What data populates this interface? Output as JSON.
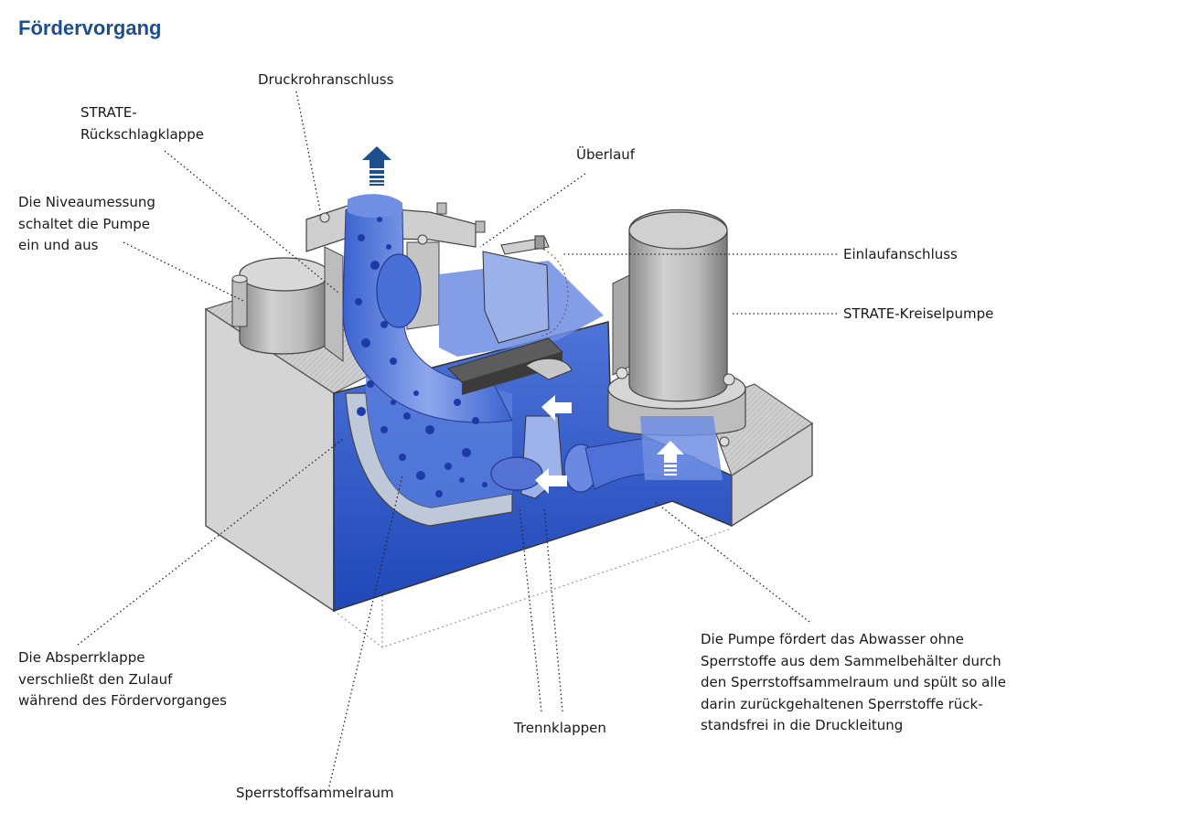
{
  "title": "Fördervorgang",
  "colors": {
    "title": "#1d4f8f",
    "water": "#2a55c8",
    "water_light": "#7d9ae6",
    "housing": "#d9d9d9",
    "housing_dark": "#a9a9a9"
  },
  "labels": {
    "druckrohranschluss": [
      "Druckrohranschluss"
    ],
    "rueckschlagklappe": [
      "STRATE-",
      "Rückschlagklappe"
    ],
    "niveaumessung": [
      "Die Niveaumessung",
      "schaltet die Pumpe",
      "ein und aus"
    ],
    "ueberlauf": [
      "Überlauf"
    ],
    "einlaufanschluss": [
      "Einlaufanschluss"
    ],
    "kreiselpumpe": [
      "STRATE-Kreiselpumpe"
    ],
    "absperrklappe": [
      "Die Absperrklappe",
      "verschließt den Zulauf",
      "während des Fördervorganges"
    ],
    "trennklappen": [
      "Trennklappen"
    ],
    "sperrstoffsammelraum": [
      "Sperrstoffsammelraum"
    ],
    "pumpe_beschreibung": [
      "Die Pumpe fördert das Abwasser ohne",
      "Sperrstoffe aus dem Sammelbehälter durch",
      "den Sperrstoffsammelraum und spült so alle",
      "darin zurückgehaltenen Sperrstoffe rück-",
      "standsfrei in die Druckleitung"
    ]
  }
}
